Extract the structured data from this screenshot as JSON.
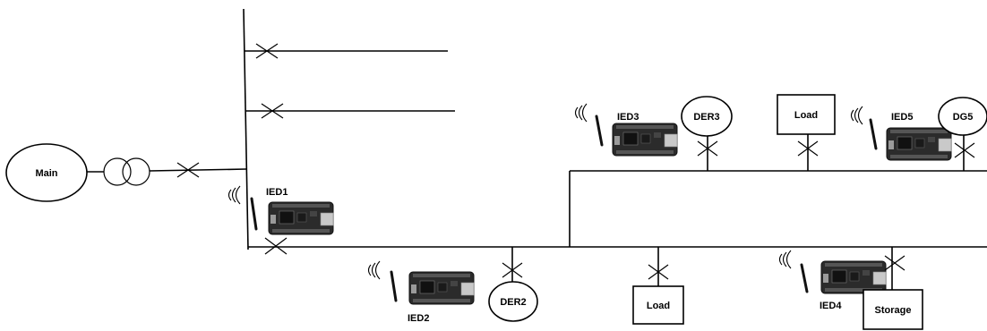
{
  "diagram": {
    "main_source": {
      "label": "Main"
    },
    "ieds": [
      {
        "label": "IED1"
      },
      {
        "label": "IED2"
      },
      {
        "label": "IED3"
      },
      {
        "label": "IED4"
      },
      {
        "label": "IED5"
      }
    ],
    "ders": [
      {
        "label": "DER2"
      },
      {
        "label": "DER3"
      },
      {
        "label": "DG5"
      }
    ],
    "loads": [
      {
        "label": "Load"
      },
      {
        "label": "Load"
      }
    ],
    "storage": {
      "label": "Storage"
    }
  }
}
